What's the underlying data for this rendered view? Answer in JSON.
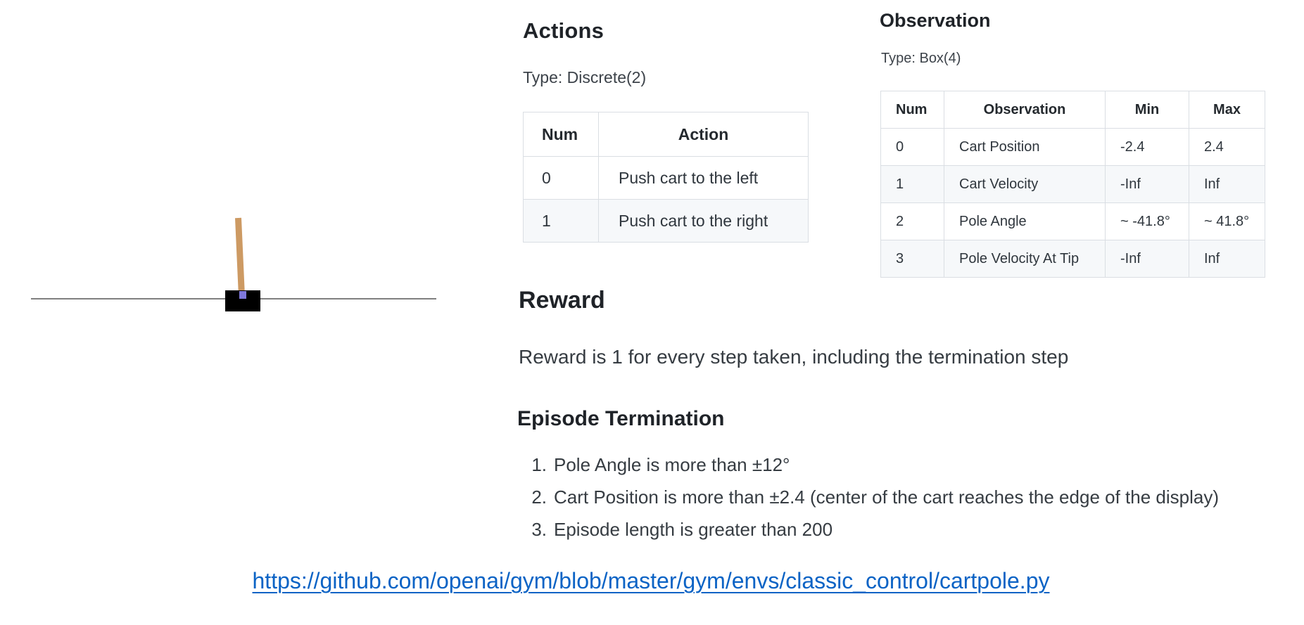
{
  "figure": {
    "name": "cartpole-environment-render",
    "track_color": "#7f7f7f",
    "cart_color": "#000000",
    "pole_color": "#cd9a63",
    "axle_color": "#7e77da"
  },
  "actions": {
    "heading": "Actions",
    "type_label": "Type: Discrete(2)",
    "table": {
      "headers": [
        "Num",
        "Action"
      ],
      "rows": [
        [
          "0",
          "Push cart to the left"
        ],
        [
          "1",
          "Push cart to the right"
        ]
      ]
    }
  },
  "observation": {
    "heading": "Observation",
    "type_label": "Type: Box(4)",
    "table": {
      "headers": [
        "Num",
        "Observation",
        "Min",
        "Max"
      ],
      "rows": [
        [
          "0",
          "Cart Position",
          "-2.4",
          "2.4"
        ],
        [
          "1",
          "Cart Velocity",
          "-Inf",
          "Inf"
        ],
        [
          "2",
          "Pole Angle",
          "~ -41.8°",
          "~ 41.8°"
        ],
        [
          "3",
          "Pole Velocity At Tip",
          "-Inf",
          "Inf"
        ]
      ]
    }
  },
  "reward": {
    "heading": "Reward",
    "text": "Reward is 1 for every step taken, including the termination step"
  },
  "episode_termination": {
    "heading": "Episode Termination",
    "items": [
      {
        "marker": "1.",
        "text": "Pole Angle is more than ±12°"
      },
      {
        "marker": "2.",
        "text": "Cart Position is more than ±2.4 (center of the cart reaches the edge of the display)"
      },
      {
        "marker": "3.",
        "text": "Episode length is greater than 200"
      }
    ]
  },
  "footer": {
    "link_text": "https://github.com/openai/gym/blob/master/gym/envs/classic_control/cartpole.py",
    "link_href": "https://github.com/openai/gym/blob/master/gym/envs/classic_control/cartpole.py"
  }
}
